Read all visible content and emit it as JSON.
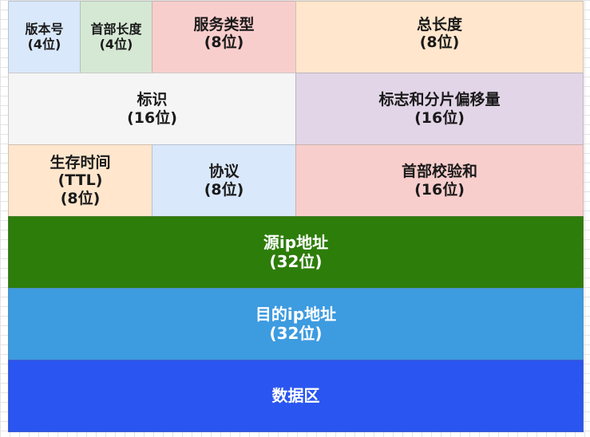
{
  "colors": {
    "light_blue": "#dae8fc",
    "light_green": "#d5e8d4",
    "light_red": "#f8cecc",
    "light_orange": "#ffe6cc",
    "light_gray": "#f5f5f5",
    "light_purple": "#e1d5e7",
    "dark_green": "#2d7d0a",
    "sky_blue": "#3d9be0",
    "royal_blue": "#2a55f0"
  },
  "fields": {
    "version": {
      "name": "版本号",
      "bits": "(4位)"
    },
    "header_length": {
      "name": "首部长度",
      "bits": "(4位)"
    },
    "service_type": {
      "name": "服务类型",
      "bits": "(8位)"
    },
    "total_length": {
      "name": "总长度",
      "bits": "(8位)"
    },
    "identification": {
      "name": "标识",
      "bits": "(16位)"
    },
    "flags_fragment_offset": {
      "name": "标志和分片偏移量",
      "bits": "(16位)"
    },
    "ttl": {
      "name": "生存时间",
      "abbr": "(TTL)",
      "bits": "(8位)"
    },
    "protocol": {
      "name": "协议",
      "bits": "(8位)"
    },
    "header_checksum": {
      "name": "首部校验和",
      "bits": "(16位)"
    },
    "source_ip": {
      "name": "源ip地址",
      "bits": "(32位)"
    },
    "dest_ip": {
      "name": "目的ip地址",
      "bits": "(32位)"
    },
    "data": {
      "name": "数据区"
    }
  }
}
